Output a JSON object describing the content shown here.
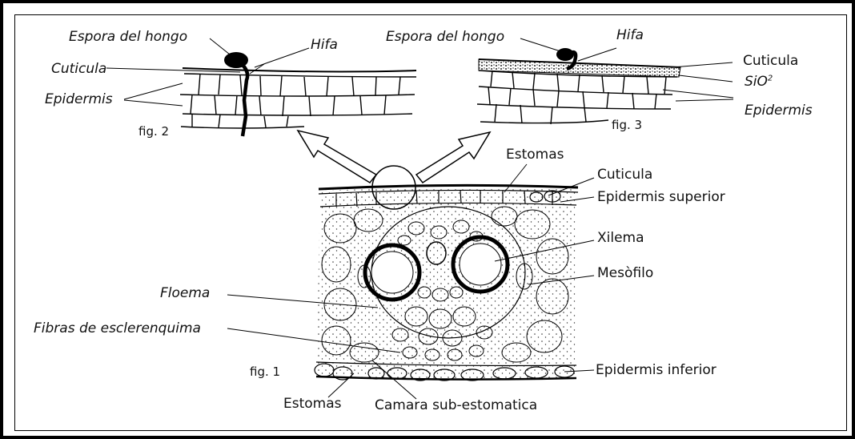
{
  "labels": {
    "fig2_spore": "Espora del hongo",
    "fig2_hypha": "Hifa",
    "fig2_cuticle": "Cuticula",
    "fig2_epidermis": "Epidermis",
    "fig2_caption": "fig. 2",
    "fig3_spore": "Espora del hongo",
    "fig3_hypha": "Hifa",
    "fig3_cuticle": "Cuticula",
    "fig3_sio_base": "SiO",
    "fig3_sio_sup": "2",
    "fig3_epidermis": "Epidermis",
    "fig3_caption": "fig. 3",
    "estomas_top": "Estomas",
    "cuticula_main": "Cuticula",
    "epidermis_superior": "Epidermis superior",
    "xilema": "Xilema",
    "mesofilo": "Mesòfilo",
    "floema": "Floema",
    "fibras": "Fibras de esclerenquima",
    "epidermis_inferior": "Epidermis inferior",
    "fig1_caption": "fig. 1",
    "estomas_bottom": "Estomas",
    "camara": "Camara sub-estomatica"
  }
}
